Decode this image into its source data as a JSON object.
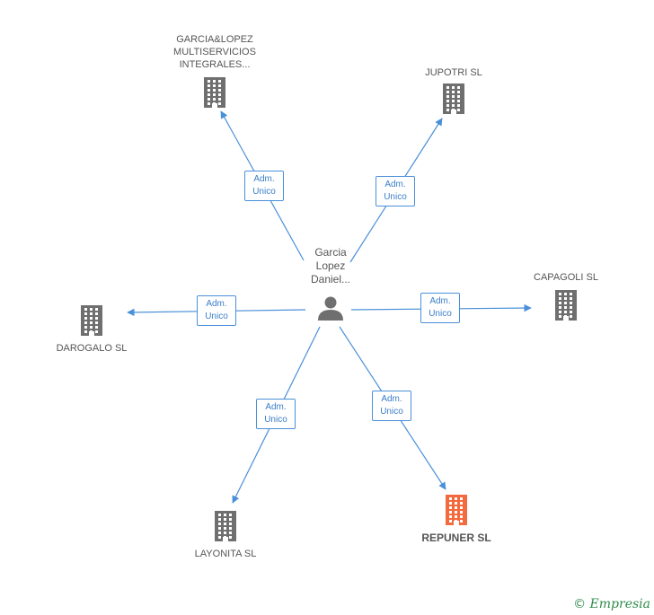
{
  "person": {
    "name": "Garcia\nLopez\nDaniel..."
  },
  "companies": [
    {
      "id": "garcia",
      "name": "GARCIA&LOPEZ\nMULTISERVICIOS\nINTEGRALES...",
      "highlight": false
    },
    {
      "id": "jupotri",
      "name": "JUPOTRI  SL",
      "highlight": false
    },
    {
      "id": "capagoli",
      "name": "CAPAGOLI SL",
      "highlight": false
    },
    {
      "id": "darogalo",
      "name": "DAROGALO SL",
      "highlight": false
    },
    {
      "id": "layonita",
      "name": "LAYONITA  SL",
      "highlight": false
    },
    {
      "id": "repuner",
      "name": "REPUNER  SL",
      "highlight": true
    }
  ],
  "edges": [
    {
      "to": "garcia",
      "label": "Adm.\nUnico"
    },
    {
      "to": "jupotri",
      "label": "Adm.\nUnico"
    },
    {
      "to": "capagoli",
      "label": "Adm.\nUnico"
    },
    {
      "to": "darogalo",
      "label": "Adm.\nUnico"
    },
    {
      "to": "layonita",
      "label": "Adm.\nUnico"
    },
    {
      "to": "repuner",
      "label": "Adm.\nUnico"
    }
  ],
  "colors": {
    "edge": "#4a90d9",
    "building": "#6f6f6f",
    "highlight": "#f26a3d",
    "person": "#6f6f6f"
  },
  "watermark": {
    "copyright": "©",
    "brand": "Empresia"
  }
}
